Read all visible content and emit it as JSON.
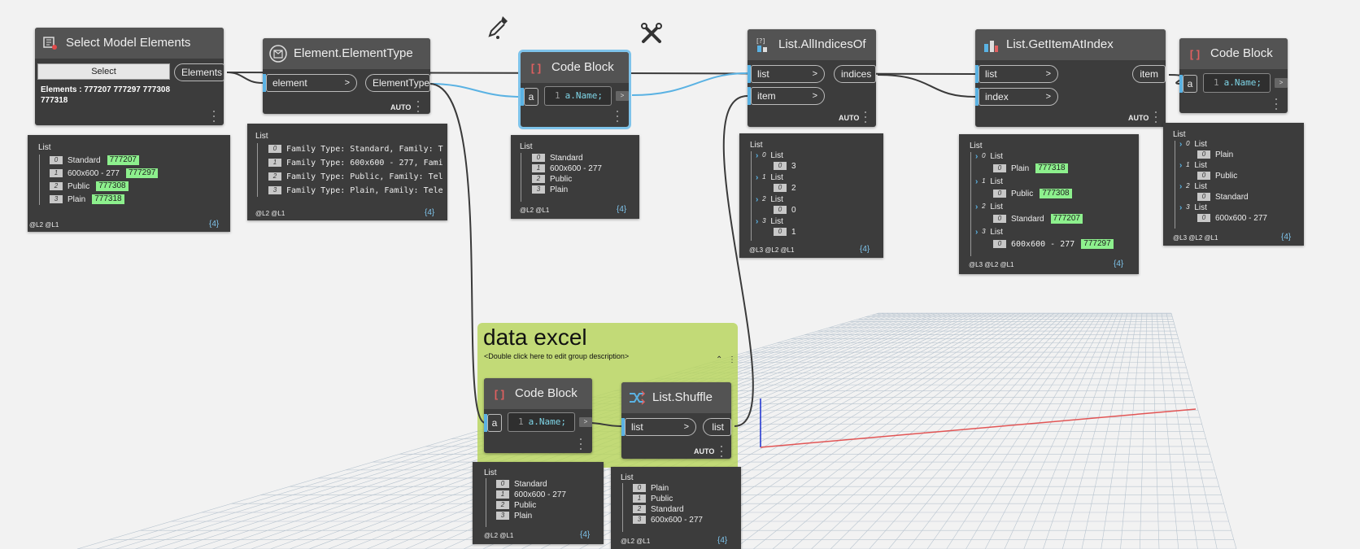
{
  "nodes": {
    "select_model": {
      "title": "Select Model Elements",
      "button_label": "Select",
      "output_port": "Elements",
      "elements_text": "Elements : 777207 777297 777308 777318"
    },
    "element_type": {
      "title": "Element.ElementType",
      "input_port": "element",
      "output_port": "ElementType",
      "lacing": "AUTO"
    },
    "code_block_1": {
      "title": "Code Block",
      "input_port": "a",
      "line_no": "1",
      "code": "a.Name;"
    },
    "all_indices_of": {
      "title": "List.AllIndicesOf",
      "input_ports": [
        "list",
        "item"
      ],
      "output_port": "indices",
      "lacing": "AUTO"
    },
    "get_item_at_index": {
      "title": "List.GetItemAtIndex",
      "input_ports": [
        "list",
        "index"
      ],
      "output_port": "item",
      "lacing": "AUTO"
    },
    "code_block_2": {
      "title": "Code Block",
      "input_port": "a",
      "line_no": "1",
      "code": "a.Name;"
    },
    "code_block_3": {
      "title": "Code Block",
      "input_port": "a",
      "line_no": "1",
      "code": "a.Name;"
    },
    "list_shuffle": {
      "title": "List.Shuffle",
      "input_port": "list",
      "output_port": "list",
      "lacing": "AUTO"
    }
  },
  "group": {
    "title": "data excel",
    "description": "<Double click here to edit group description>"
  },
  "previews": {
    "p1": {
      "title": "List",
      "rows": [
        {
          "i": "0",
          "v": "Standard",
          "badge": "777207"
        },
        {
          "i": "1",
          "v": "600x600 - 277",
          "badge": "777297"
        },
        {
          "i": "2",
          "v": "Public",
          "badge": "777308"
        },
        {
          "i": "3",
          "v": "Plain",
          "badge": "777318"
        }
      ],
      "footer": "@L2 @L1",
      "count": "{4}"
    },
    "p2": {
      "title": "List",
      "rows": [
        {
          "i": "0",
          "v": "Family Type: Standard, Family: T"
        },
        {
          "i": "1",
          "v": "Family Type: 600x600 - 277, Fami"
        },
        {
          "i": "2",
          "v": "Family Type: Public, Family: Tel"
        },
        {
          "i": "3",
          "v": "Family Type: Plain, Family: Tele"
        }
      ],
      "footer": "@L2 @L1",
      "count": "{4}"
    },
    "p3": {
      "title": "List",
      "rows": [
        {
          "i": "0",
          "v": "Standard"
        },
        {
          "i": "1",
          "v": "600x600 - 277"
        },
        {
          "i": "2",
          "v": "Public"
        },
        {
          "i": "3",
          "v": "Plain"
        }
      ],
      "footer": "@L2 @L1",
      "count": "{4}"
    },
    "p4": {
      "title": "List",
      "sublists": [
        {
          "i": "0",
          "label": "List",
          "row": {
            "i": "0",
            "v": "3"
          }
        },
        {
          "i": "1",
          "label": "List",
          "row": {
            "i": "0",
            "v": "2"
          }
        },
        {
          "i": "2",
          "label": "List",
          "row": {
            "i": "0",
            "v": "0"
          }
        },
        {
          "i": "3",
          "label": "List",
          "row": {
            "i": "0",
            "v": "1"
          }
        }
      ],
      "footer": "@L3 @L2 @L1",
      "count": "{4}"
    },
    "p5": {
      "title": "List",
      "sublists": [
        {
          "i": "0",
          "label": "List",
          "row": {
            "i": "0",
            "v": "Plain",
            "badge": "777318"
          }
        },
        {
          "i": "1",
          "label": "List",
          "row": {
            "i": "0",
            "v": "Public",
            "badge": "777308"
          }
        },
        {
          "i": "2",
          "label": "List",
          "row": {
            "i": "0",
            "v": "Standard",
            "badge": "777207"
          }
        },
        {
          "i": "3",
          "label": "List",
          "row": {
            "i": "0",
            "v": "600x600 - 277",
            "badge": "777297"
          }
        }
      ],
      "footer": "@L3 @L2 @L1",
      "count": "{4}"
    },
    "p6": {
      "title": "List",
      "sublists": [
        {
          "i": "0",
          "label": "List",
          "row": {
            "i": "0",
            "v": "Plain"
          }
        },
        {
          "i": "1",
          "label": "List",
          "row": {
            "i": "0",
            "v": "Public"
          }
        },
        {
          "i": "2",
          "label": "List",
          "row": {
            "i": "0",
            "v": "Standard"
          }
        },
        {
          "i": "3",
          "label": "List",
          "row": {
            "i": "0",
            "v": "600x600 - 277"
          }
        }
      ],
      "footer": "@L3 @L2 @L1",
      "count": "{4}"
    },
    "p7": {
      "title": "List",
      "rows": [
        {
          "i": "0",
          "v": "Standard"
        },
        {
          "i": "1",
          "v": "600x600 - 277"
        },
        {
          "i": "2",
          "v": "Public"
        },
        {
          "i": "3",
          "v": "Plain"
        }
      ],
      "footer": "@L2 @L1",
      "count": "{4}"
    },
    "p8": {
      "title": "List",
      "rows": [
        {
          "i": "0",
          "v": "Plain"
        },
        {
          "i": "1",
          "v": "Public"
        },
        {
          "i": "2",
          "v": "Standard"
        },
        {
          "i": "3",
          "v": "600x600 - 277"
        }
      ],
      "footer": "@L2 @L1",
      "count": "{4}"
    }
  },
  "colors": {
    "selection": "#7ec3ea",
    "wire": "#3a3a3a",
    "wire_selected": "#5ab2e3",
    "group": "#b7d45c",
    "badge": "#8df08d"
  },
  "icons": [
    "select-model-icon",
    "element-type-icon",
    "code-block-icon",
    "list-icon",
    "shuffle-icon",
    "eyedropper-icon",
    "wrench-icon"
  ]
}
